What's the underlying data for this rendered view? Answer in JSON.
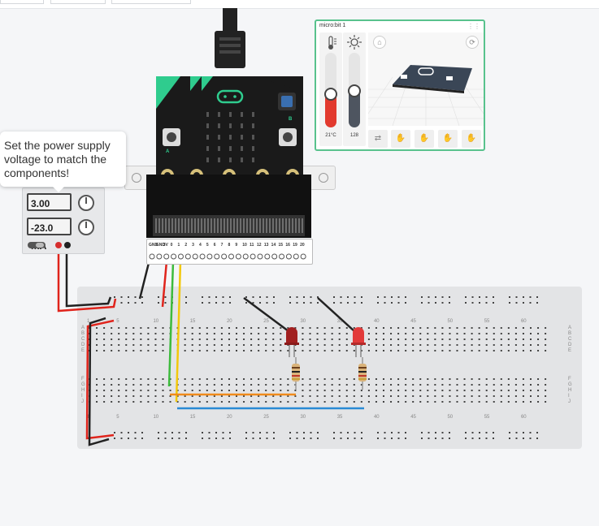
{
  "tooltip": {
    "line1": "Set the power supply",
    "line2": "voltage to match the",
    "line3": "components!"
  },
  "power_supply": {
    "voltage": "3.00",
    "current": "-23.0 mA"
  },
  "simulator": {
    "title": "micro:bit 1",
    "temperature": "21°C",
    "light_level": "128",
    "temperature_fill": 0.46,
    "light_fill": 0.5
  },
  "breadboard": {
    "column_numbers": [
      "1",
      "5",
      "10",
      "15",
      "20",
      "25",
      "30",
      "35",
      "40",
      "45",
      "50",
      "55",
      "60"
    ],
    "row_letters_top": [
      "A",
      "B",
      "C",
      "D",
      "E"
    ],
    "row_letters_bottom": [
      "F",
      "G",
      "H",
      "I",
      "J"
    ]
  },
  "microbit_pins": [
    "GND",
    "GND",
    "3V",
    "0",
    "1",
    "2",
    "3",
    "4",
    "5",
    "6",
    "7",
    "8",
    "9",
    "10",
    "11",
    "12",
    "13",
    "14",
    "15",
    "16",
    "19",
    "20"
  ],
  "microbit_buttons": {
    "a": "A",
    "b": "B"
  },
  "colors": {
    "accent_green": "#58c28d",
    "microbit_teal": "#2fcc8e",
    "wire_red": "#e0241c",
    "wire_black": "#222222",
    "wire_green": "#3dbb3d",
    "wire_yellow": "#f2c80c",
    "wire_orange": "#f08a1b",
    "wire_blue": "#2a8ad4",
    "led_red": "#d62e2e"
  }
}
